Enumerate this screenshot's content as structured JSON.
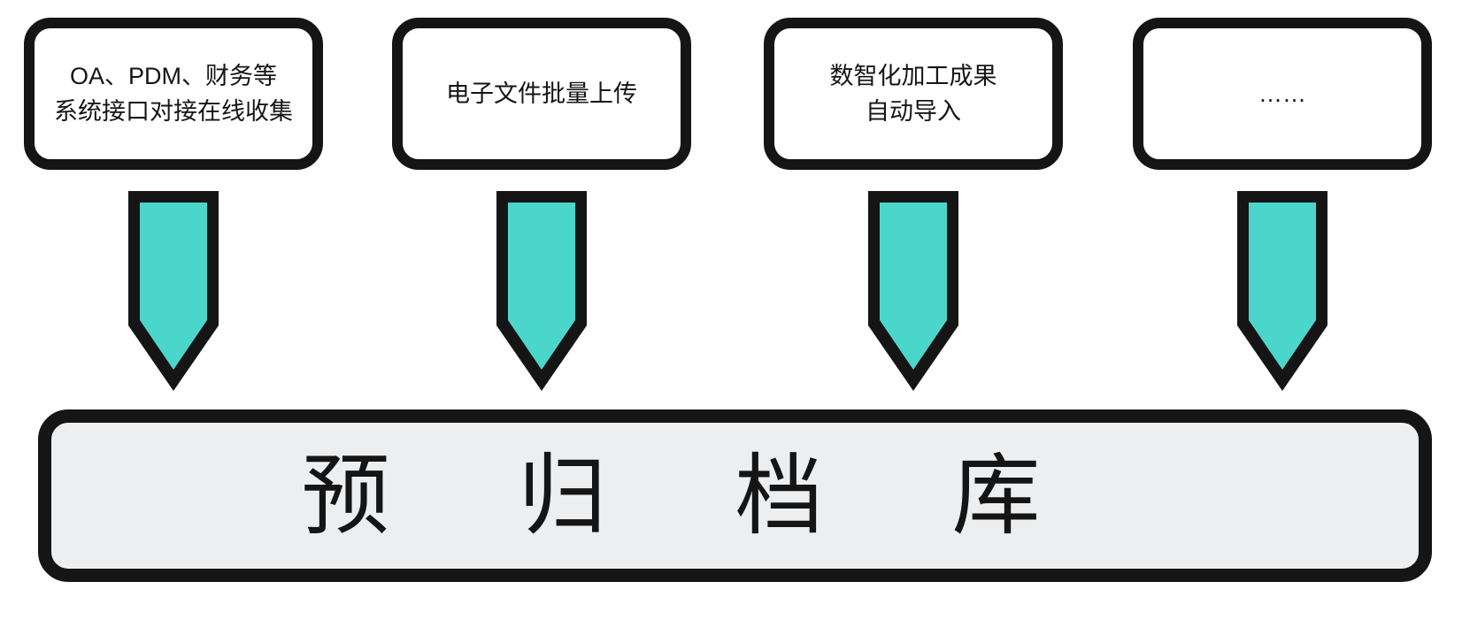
{
  "diagram": {
    "sources": [
      {
        "line1": "OA、PDM、财务等",
        "line2": "系统接口对接在线收集"
      },
      {
        "line1": "电子文件批量上传",
        "line2": ""
      },
      {
        "line1": "数智化加工成果",
        "line2": "自动导入"
      },
      {
        "line1": "……",
        "line2": ""
      }
    ],
    "target": {
      "label": "预归档库"
    },
    "colors": {
      "outline": "#151515",
      "arrow": "#4bd6cc",
      "source_box_bg": "#ffffff",
      "target_box_bg": "#eceef0",
      "canvas_bg": "#ffffff"
    }
  }
}
